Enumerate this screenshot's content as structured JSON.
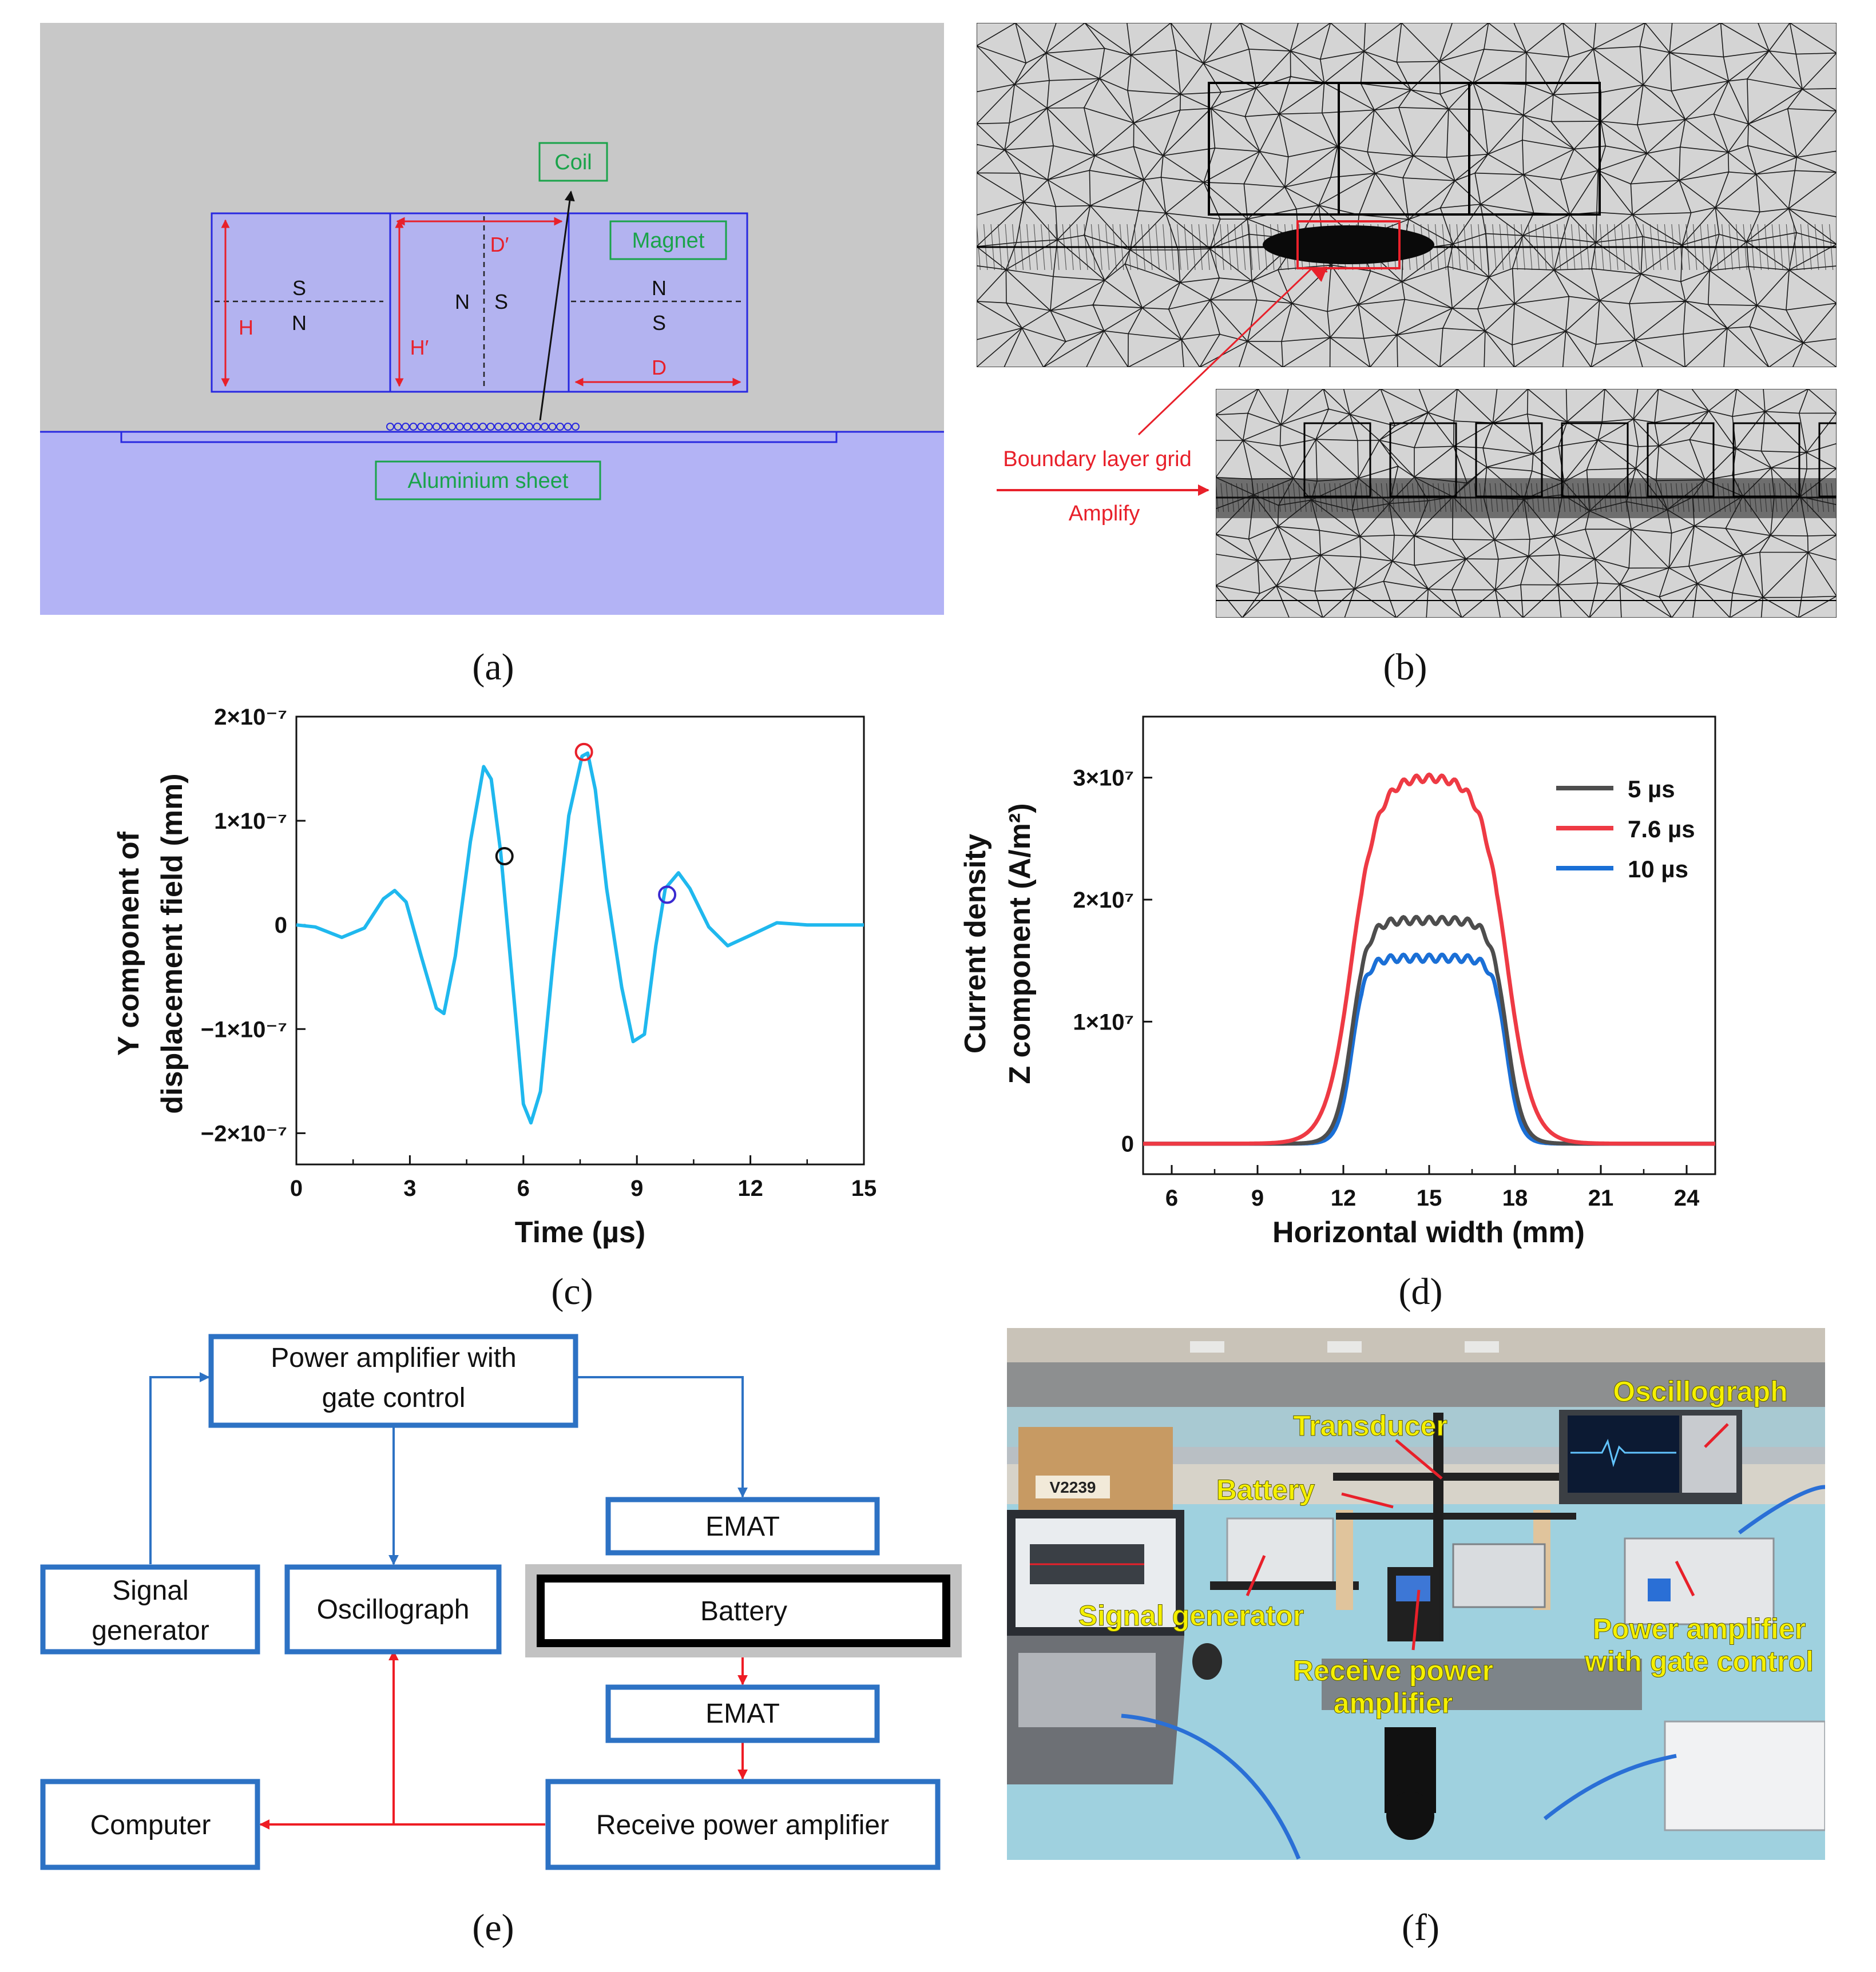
{
  "panel_a": {
    "caption": "(a)",
    "labels": {
      "coil": "Coil",
      "magnet": "Magnet",
      "sheet": "Aluminium sheet"
    },
    "poles": {
      "left_top": "S",
      "left_bottom": "N",
      "mid_left": "N",
      "mid_right": "S",
      "right_top": "N",
      "right_bottom": "S"
    },
    "dims": {
      "H": "H",
      "Hp": "H′",
      "Dp": "D′",
      "D": "D"
    },
    "colors": {
      "bg": "#c8c8c8",
      "magnet": "#b3b3f0",
      "sheet": "#b3b3f5",
      "outline": "#2828e0",
      "label": "#1aa34a",
      "dim": "#e8202a"
    }
  },
  "panel_b": {
    "caption": "(b)",
    "annotations": {
      "grid": "Boundary layer grid",
      "amplify": "Amplify"
    },
    "colors": {
      "mesh_bg": "#d4d4d4",
      "mesh_line": "#1a1a1a",
      "highlight": "#e8202a"
    }
  },
  "panel_c": {
    "caption": "(c)",
    "chart_data": {
      "type": "line",
      "xlabel": "Time (µs)",
      "ylabel_line1": "Y component of",
      "ylabel_line2": "displacement field (mm)",
      "xlim": [
        0,
        15
      ],
      "ylim": [
        -2.3e-07,
        2e-07
      ],
      "x_ticks": [
        {
          "v": 0,
          "label": "0"
        },
        {
          "v": 3,
          "label": "3"
        },
        {
          "v": 6,
          "label": "6"
        },
        {
          "v": 9,
          "label": "9"
        },
        {
          "v": 12,
          "label": "12"
        },
        {
          "v": 15,
          "label": "15"
        }
      ],
      "y_ticks": [
        {
          "v": 2e-07,
          "label": "2×10⁻⁷"
        },
        {
          "v": 1e-07,
          "label": "1×10⁻⁷"
        },
        {
          "v": 0,
          "label": "0"
        },
        {
          "v": -1e-07,
          "label": "−1×10⁻⁷"
        },
        {
          "v": -2e-07,
          "label": "−2×10⁻⁷"
        }
      ],
      "series": [
        {
          "color": "#1fb8ee",
          "x": [
            0,
            0.5,
            1.2,
            1.8,
            2.3,
            2.6,
            2.9,
            3.3,
            3.7,
            3.9,
            4.2,
            4.6,
            4.95,
            5.15,
            5.4,
            5.8,
            6.0,
            6.2,
            6.45,
            6.8,
            7.2,
            7.55,
            7.7,
            7.9,
            8.2,
            8.6,
            8.9,
            9.2,
            9.5,
            9.75,
            10.1,
            10.4,
            10.9,
            11.4,
            12.0,
            12.7,
            13.5,
            14.3,
            15.0
          ],
          "y": [
            0,
            -2e-09,
            -1.2e-08,
            -3e-09,
            2.5e-08,
            3.3e-08,
            2.2e-08,
            -3e-08,
            -8e-08,
            -8.5e-08,
            -3e-08,
            8e-08,
            1.52e-07,
            1.4e-07,
            7e-08,
            -9e-08,
            -1.72e-07,
            -1.9e-07,
            -1.6e-07,
            -3e-08,
            1.05e-07,
            1.62e-07,
            1.65e-07,
            1.3e-07,
            3.5e-08,
            -6e-08,
            -1.12e-07,
            -1.05e-07,
            -2e-08,
            3.5e-08,
            5e-08,
            3.5e-08,
            -2e-09,
            -2e-08,
            -1e-08,
            2e-09,
            0,
            0,
            0
          ]
        }
      ],
      "markers": [
        {
          "x": 5.5,
          "y": 6.6e-08,
          "color": "#111111"
        },
        {
          "x": 7.6,
          "y": 1.66e-07,
          "color": "#e8202a"
        },
        {
          "x": 9.8,
          "y": 2.9e-08,
          "color": "#3a2ad0"
        }
      ]
    }
  },
  "panel_d": {
    "caption": "(d)",
    "chart_data": {
      "type": "line",
      "xlabel": "Horizontal width (mm)",
      "ylabel_line1": "Current density",
      "ylabel_line2": "Z component (A/m²)",
      "xlim": [
        5.0,
        25.0
      ],
      "ylim": [
        -2500000.0,
        35000000.0
      ],
      "x_ticks": [
        {
          "v": 6,
          "label": "6"
        },
        {
          "v": 9,
          "label": "9"
        },
        {
          "v": 12,
          "label": "12"
        },
        {
          "v": 15,
          "label": "15"
        },
        {
          "v": 18,
          "label": "18"
        },
        {
          "v": 21,
          "label": "21"
        },
        {
          "v": 24,
          "label": "24"
        }
      ],
      "y_ticks": [
        {
          "v": 30000000.0,
          "label": "3×10⁷"
        },
        {
          "v": 20000000.0,
          "label": "2×10⁷"
        },
        {
          "v": 10000000.0,
          "label": "1×10⁷"
        },
        {
          "v": 0,
          "label": "0"
        }
      ],
      "edges": [
        12.3,
        17.7
      ],
      "legend_position": "top-right",
      "series": [
        {
          "name": "5 µs",
          "color": "#4d4d4d",
          "plateau": 18300000.0,
          "edge_peak": 18500000.0,
          "ripple": 300000.0,
          "width": 0.28
        },
        {
          "name": "7.6 µs",
          "color": "#ee3a44",
          "plateau": 30100000.0,
          "edge_peak": 30500000.0,
          "ripple": 300000.0,
          "width": 0.45
        },
        {
          "name": "10 µs",
          "color": "#1a6fd6",
          "plateau": 15200000.0,
          "edge_peak": 15500000.0,
          "ripple": 300000.0,
          "width": 0.24
        }
      ]
    }
  },
  "panel_e": {
    "caption": "(e)",
    "boxes": {
      "pa_line1": "Power amplifier with",
      "pa_line2": "gate control",
      "emat_top": "EMAT",
      "sg_line1": "Signal",
      "sg_line2": "generator",
      "osc": "Oscillograph",
      "battery": "Battery",
      "emat_bottom": "EMAT",
      "computer": "Computer",
      "rpa": "Receive power amplifier"
    },
    "colors": {
      "box": "#2d72c4",
      "arrow_blue": "#2d72c4",
      "arrow_red": "#ee1c24"
    }
  },
  "panel_f": {
    "caption": "(f)",
    "labels": {
      "transducer": "Transducer",
      "battery": "Battery",
      "oscillograph": "Oscillograph",
      "signal_generator": "Signal generator",
      "receive_line1": "Receive power",
      "receive_line2": "amplifier",
      "power_line1": "Power amplifier",
      "power_line2": "with gate control"
    },
    "box_label": "V2239",
    "colors": {
      "label": "#f5f000",
      "pointer": "#e8202a"
    }
  }
}
